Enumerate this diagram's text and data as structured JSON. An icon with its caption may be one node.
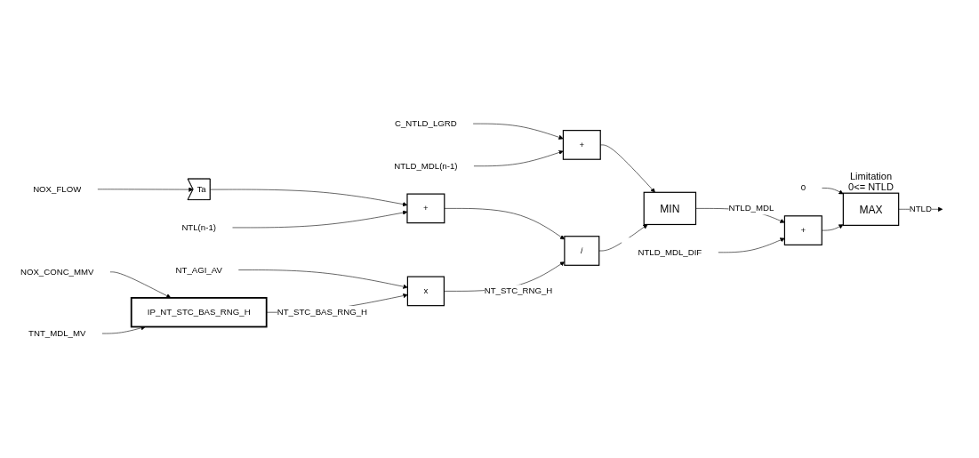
{
  "diagram": {
    "nodes": [
      {
        "text": [
          "C_NTLD_LGRD"
        ]
      },
      {
        "text": [
          "NTLD_MDL(n-1)"
        ]
      },
      {
        "text": [
          "+"
        ]
      },
      {
        "text": [
          "MIN"
        ]
      },
      {
        "text": [
          "0"
        ]
      },
      {
        "text": [
          "MAX"
        ],
        "beside": [
          "Limitation 0<= NTLD"
        ]
      },
      {
        "text": [
          "NOX_FLOW"
        ]
      },
      {
        "text": [
          "Ta"
        ]
      },
      {
        "text": [
          "+"
        ]
      },
      {
        "text": [
          "/"
        ]
      },
      {
        "text": [
          "+"
        ]
      },
      {
        "text": [
          "NTL(n-1)"
        ]
      },
      {
        "text": [
          "NTLD_MDL_DIF"
        ]
      },
      {
        "text": [
          "NT_AGI_AV"
        ]
      },
      {
        "text": [
          "x"
        ]
      },
      {
        "text": [
          "IP_NT_STC_BAS_RNG_H"
        ]
      },
      {
        "text": [
          "NOX_CONC_MMV"
        ]
      },
      {
        "text": [
          "TNT_MDL_MV"
        ]
      }
    ],
    "edges": [
      {
        "from": 0,
        "to": 2,
        "arrow": "to"
      },
      {
        "from": 1,
        "to": 2,
        "arrow": "to"
      },
      {
        "from": 2,
        "to": 3,
        "arrow": "to"
      },
      {
        "from": 6,
        "to": 7,
        "arrow": "to"
      },
      {
        "from": 7,
        "to": 8,
        "arrow": "to"
      },
      {
        "from": 11,
        "to": 8,
        "arrow": "to"
      },
      {
        "from": 8,
        "to": 9,
        "arrow": "to"
      },
      {
        "from": 9,
        "to": 3,
        "arrow": "to"
      },
      {
        "from": 3,
        "to": 10,
        "label": "NTLD_MDL",
        "arrow": "to"
      },
      {
        "from": 12,
        "to": 10,
        "arrow": "to"
      },
      {
        "from": 4,
        "to": 5,
        "arrow": "to"
      },
      {
        "from": 10,
        "to": 5,
        "arrow": "to"
      },
      {
        "from": 5,
        "to": null,
        "label": "NTLD",
        "arrow": "to"
      },
      {
        "from": 13,
        "to": 14,
        "arrow": "to"
      },
      {
        "from": 15,
        "to": 14,
        "label": "NT_STC_BAS_RNG_H",
        "arrow": "to"
      },
      {
        "from": 14,
        "to": 9,
        "label": "NT_STC_RNG_H",
        "arrow": "to"
      },
      {
        "from": 16,
        "to": 15,
        "arrow": "to"
      },
      {
        "from": 17,
        "to": 15,
        "arrow": "to"
      }
    ]
  }
}
